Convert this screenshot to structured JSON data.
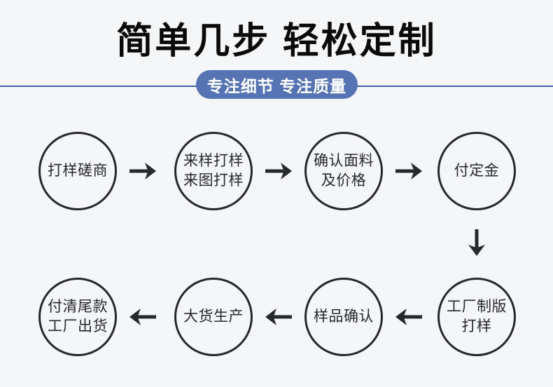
{
  "header": {
    "title": "简单几步 轻松定制",
    "banner": "专注细节 专注质量"
  },
  "colors": {
    "background": "#f5f6f7",
    "banner_blue": "#5673b4",
    "divider_blue": "#3f5fa8",
    "ink": "#26282d",
    "title_black": "#0a0a0b",
    "banner_text": "#ffffff"
  },
  "process": {
    "steps": [
      {
        "name": "step-1",
        "lines": [
          "打样磋商"
        ]
      },
      {
        "name": "step-2",
        "lines": [
          "来样打样",
          "来图打样"
        ]
      },
      {
        "name": "step-3",
        "lines": [
          "确认面料",
          "及价格"
        ]
      },
      {
        "name": "step-4",
        "lines": [
          "付定金"
        ]
      },
      {
        "name": "step-5",
        "lines": [
          "工厂制版",
          "打样"
        ]
      },
      {
        "name": "step-6",
        "lines": [
          "样品确认"
        ]
      },
      {
        "name": "step-7",
        "lines": [
          "大货生产"
        ]
      },
      {
        "name": "step-8",
        "lines": [
          "付清尾款",
          "工厂出货"
        ]
      }
    ],
    "flow_direction": [
      "right",
      "right",
      "right",
      "down",
      "left",
      "left",
      "left"
    ]
  }
}
